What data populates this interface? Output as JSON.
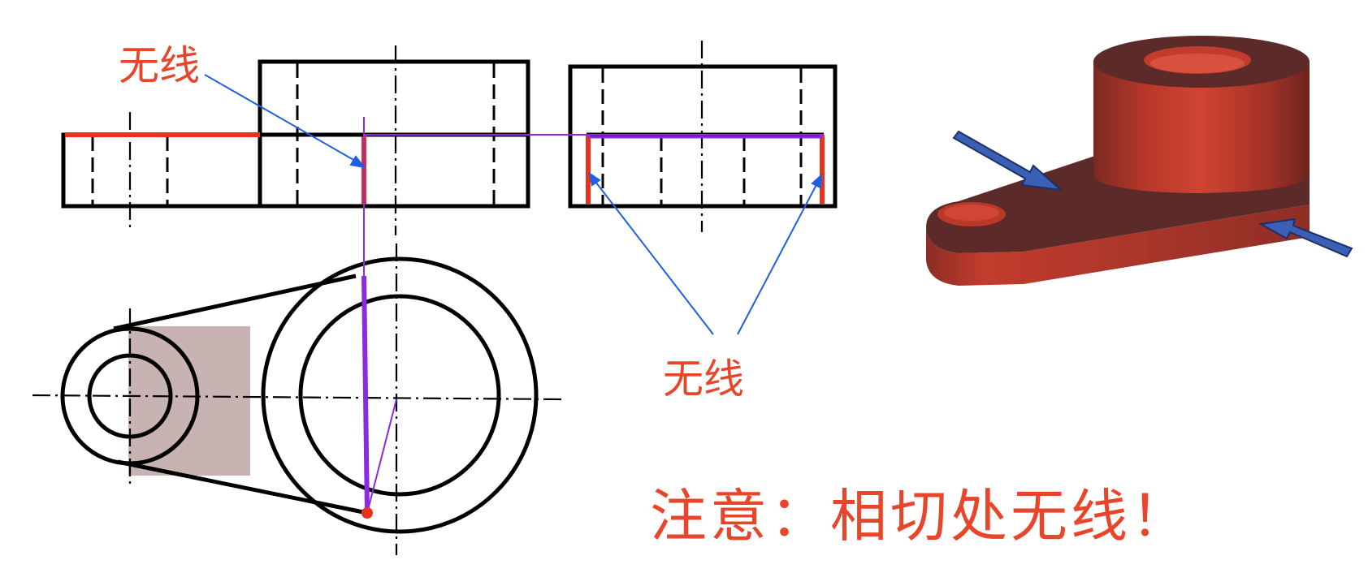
{
  "labels": {
    "front_view_no_line": "无线",
    "side_view_no_line": "无线"
  },
  "note": "注意：相切处无线！",
  "colors": {
    "label": "#e8462a",
    "tangent_highlight": "#e8321c",
    "projection_line": "#8a2be2",
    "leader_line": "#1f5fe0",
    "arrow_3d": "#3a5fb5",
    "model_red": "#c0392b",
    "shade_patch": "#c8b3b3"
  }
}
